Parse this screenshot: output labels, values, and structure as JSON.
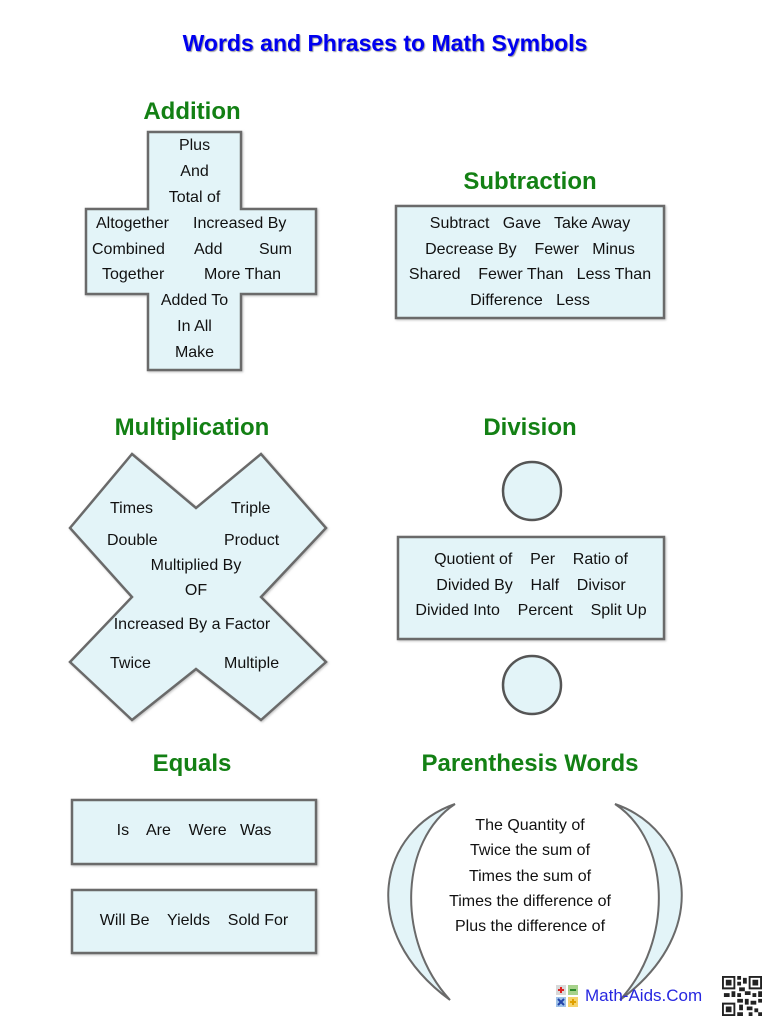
{
  "title": "Words and Phrases to Math Symbols",
  "colors": {
    "title": "#0000f0",
    "heading": "#138014",
    "shape_fill": "#e3f4f8",
    "shape_stroke": "#6a6a6a"
  },
  "addition": {
    "heading": "Addition",
    "symbol": "plus-sign",
    "top_words": [
      "Plus",
      "And",
      "Total of"
    ],
    "middle_rows": [
      [
        "Altogether",
        "Increased By"
      ],
      [
        "Combined",
        "Add",
        "Sum"
      ],
      [
        "Together",
        "More Than"
      ]
    ],
    "bottom_words": [
      "Added To",
      "In All",
      "Make"
    ]
  },
  "subtraction": {
    "heading": "Subtraction",
    "symbol": "minus-sign",
    "rows": [
      "Subtract   Gave   Take Away",
      "Decrease By    Fewer   Minus",
      "Shared    Fewer Than   Less Than",
      "Difference   Less"
    ]
  },
  "multiplication": {
    "heading": "Multiplication",
    "symbol": "times-sign",
    "words": {
      "times": "Times",
      "triple": "Triple",
      "double": "Double",
      "product": "Product",
      "multiplied_by": "Multiplied By",
      "of": "OF",
      "increased_by_factor": "Increased By a Factor",
      "twice": "Twice",
      "multiple": "Multiple"
    }
  },
  "division": {
    "heading": "Division",
    "symbol": "division-sign",
    "rows": [
      "Quotient of    Per    Ratio of",
      "Divided By    Half    Divisor",
      "Divided Into    Percent    Split Up"
    ]
  },
  "equals": {
    "heading": "Equals",
    "symbol": "equals-sign",
    "top_bar": "Is    Are    Were   Was",
    "bottom_bar": "Will Be    Yields    Sold For"
  },
  "parenthesis": {
    "heading": "Parenthesis Words",
    "symbol": "parentheses",
    "rows": [
      "The Quantity of",
      "Twice the sum of",
      "Times the sum of",
      "Times the difference of",
      "Plus the difference of"
    ]
  },
  "footer": {
    "site": "Math-Aids.Com",
    "logo_icon": "math-operations-logo-icon",
    "qr_icon": "qr-code-icon"
  }
}
